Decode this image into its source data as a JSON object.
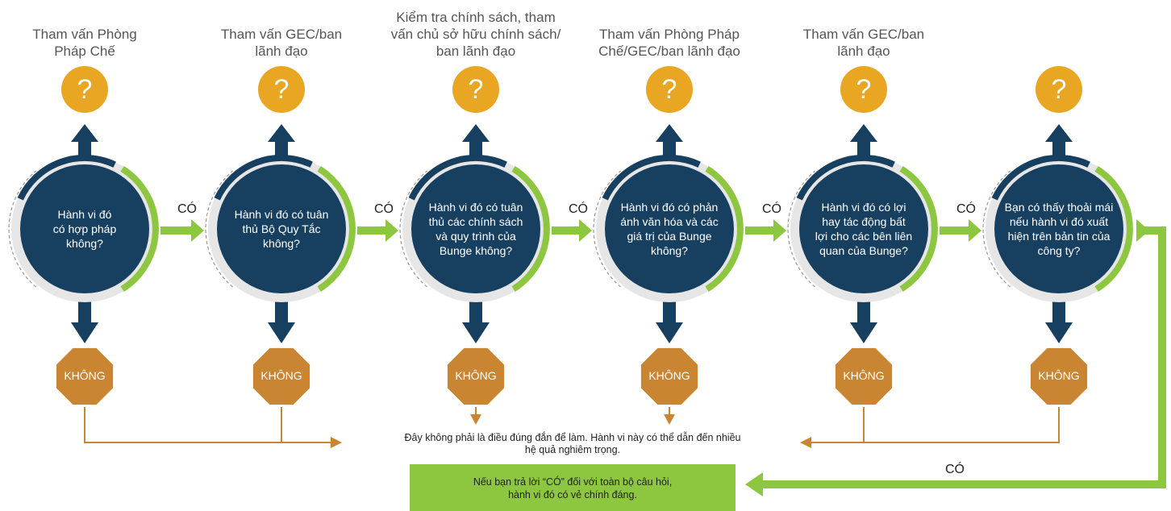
{
  "colors": {
    "navy": "#173f5f",
    "green": "#8dc63f",
    "gold": "#e8a623",
    "orange": "#c98531",
    "gray_ring": "#e6e6e6"
  },
  "steps": [
    {
      "consult": "Tham vấn Phòng\nPháp Chế",
      "question": "Hành vi đó\ncó hợp pháp\nkhông?",
      "yes": "CÓ",
      "no": "KHÔNG",
      "mark": "?"
    },
    {
      "consult": "Tham vấn GEC/ban\nlãnh đạo",
      "question": "Hành vi đó có tuân\nthủ Bộ Quy Tắc\nkhông?",
      "yes": "CÓ",
      "no": "KHÔNG",
      "mark": "?"
    },
    {
      "consult": "Kiểm tra chính sách, tham\nvấn chủ sở hữu chính sách/\nban lãnh đạo",
      "question": "Hành vi đó có tuân\nthủ các chính sách\nvà quy trình của\nBunge không?",
      "yes": "CÓ",
      "no": "KHÔNG",
      "mark": "?"
    },
    {
      "consult": "Tham vấn Phòng Pháp\nChế/GEC/ban lãnh đạo",
      "question": "Hành vi đó có phản\nánh văn hóa và các\ngiá trị của Bunge\nkhông?",
      "yes": "CÓ",
      "no": "KHÔNG",
      "mark": "?"
    },
    {
      "consult": "Tham vấn GEC/ban\nlãnh đạo",
      "question": "Hành vi đó có lợi\nhay tác động bất\nlợi cho các bên liên\nquan của Bunge?",
      "yes": "CÓ",
      "no": "KHÔNG",
      "mark": "?"
    },
    {
      "consult": "",
      "question": "Bạn có thấy thoải mái\nnếu hành vi đó xuất\nhiện trên bản tin của\ncông ty?",
      "no": "KHÔNG",
      "mark": "?"
    }
  ],
  "bad_outcome": "Đây không phải là điều đúng đắn để làm. Hành vi này có thể dẫn đến nhiều\nhệ quả nghiêm trọng.",
  "final": {
    "yes_label": "CÓ",
    "text": "Nếu bạn trả lời “CÓ” đối với toàn bộ câu hỏi,\nhành vi đó có vẻ chính đáng."
  }
}
